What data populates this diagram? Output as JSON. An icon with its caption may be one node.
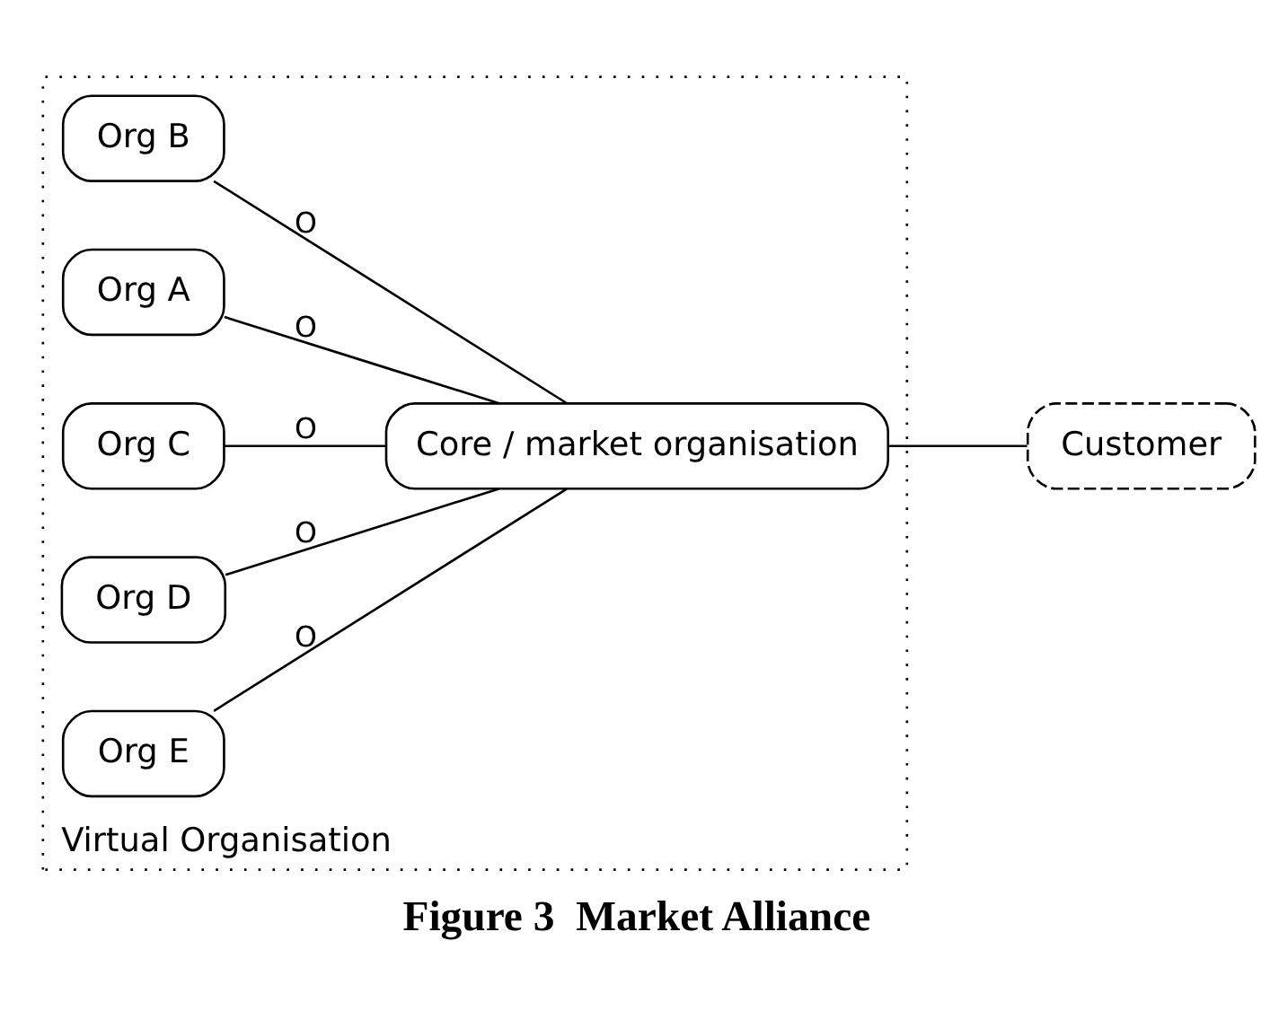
{
  "diagram": {
    "caption": "Figure 3  Market Alliance",
    "nodes": [
      {
        "text": [
          "Virtual Organisation"
        ]
      },
      {
        "text": [
          "Org B"
        ],
        "in": 0
      },
      {
        "text": [
          "Org A"
        ],
        "in": 0
      },
      {
        "text": [
          "Core / market organisation"
        ],
        "in": 0
      },
      {
        "text": [
          "Customer"
        ]
      },
      {
        "text": [
          "Org C"
        ],
        "in": 0
      },
      {
        "text": [
          "Org D"
        ],
        "in": 0
      },
      {
        "text": [
          "Org E"
        ],
        "in": 0
      }
    ],
    "edges": [
      {
        "from": 1,
        "to": 3,
        "arrow": "none",
        "label": "O"
      },
      {
        "from": 2,
        "to": 3,
        "arrow": "none",
        "label": "O"
      },
      {
        "from": 5,
        "to": 3,
        "arrow": "none",
        "label": "O"
      },
      {
        "from": 6,
        "to": 3,
        "arrow": "none",
        "label": "O"
      },
      {
        "from": 7,
        "to": 3,
        "arrow": "none",
        "label": "O"
      },
      {
        "from": 3,
        "to": 4,
        "arrow": "none"
      }
    ]
  }
}
